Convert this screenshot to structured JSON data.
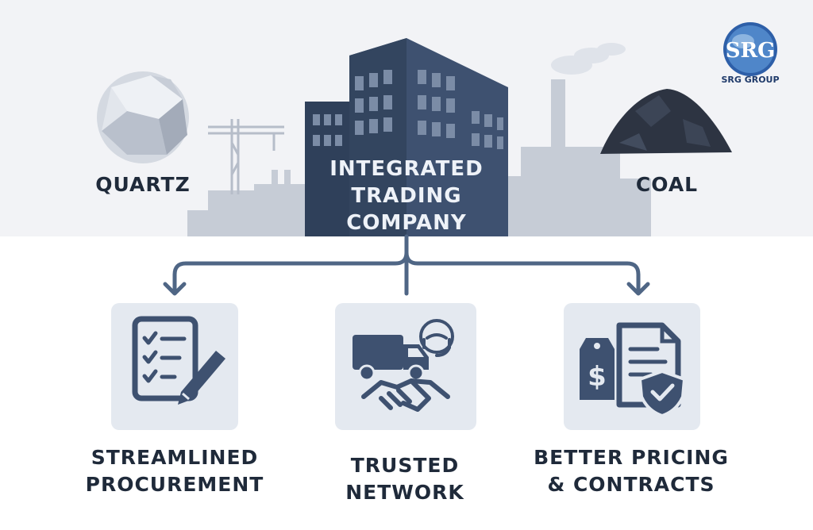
{
  "center": {
    "line1": "INTEGRATED",
    "line2": "TRADING",
    "line3": "COMPANY"
  },
  "left_product": {
    "label": "QUARTZ",
    "icon": "quartz-crystal-icon"
  },
  "right_product": {
    "label": "COAL",
    "icon": "coal-pile-icon"
  },
  "logo": {
    "text": "SRG GROUP",
    "mark": "SRG"
  },
  "benefits": [
    {
      "line1": "STREAMLINED",
      "line2": "PROCUREMENT",
      "icon": "checklist-pen-icon"
    },
    {
      "line1": "TRUSTED",
      "line2": "NETWORK",
      "icon": "truck-handshake-icon"
    },
    {
      "line1": "BETTER PRICING",
      "line2": "& CONTRACTS",
      "icon": "price-tag-contract-icon"
    }
  ],
  "colors": {
    "navy": "#3e5170",
    "dark_text": "#1f2a3a",
    "background_top": "#f2f3f6",
    "card_bg": "#e4e9f0",
    "connector": "#4f6685"
  }
}
